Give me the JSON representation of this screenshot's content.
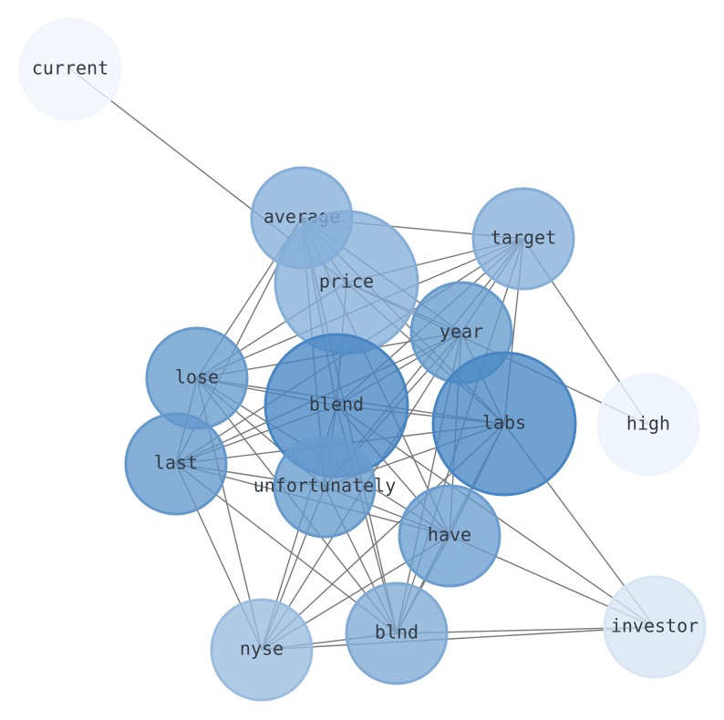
{
  "nodes": [
    {
      "id": "current",
      "label": "current",
      "level": 0.02
    },
    {
      "id": "average",
      "label": "average",
      "level": 0.55
    },
    {
      "id": "price",
      "label": "price",
      "level": 0.55
    },
    {
      "id": "target",
      "label": "target",
      "level": 0.55
    },
    {
      "id": "year",
      "label": "year",
      "level": 0.7
    },
    {
      "id": "lose",
      "label": "lose",
      "level": 0.7
    },
    {
      "id": "blend",
      "label": "blend",
      "level": 0.85
    },
    {
      "id": "labs",
      "label": "labs",
      "level": 0.85
    },
    {
      "id": "high",
      "label": "high",
      "level": 0.04
    },
    {
      "id": "last",
      "label": "last",
      "level": 0.72
    },
    {
      "id": "unfortunately",
      "label": "unfortunately",
      "level": 0.7
    },
    {
      "id": "have",
      "label": "have",
      "level": 0.68
    },
    {
      "id": "investor",
      "label": "investor",
      "level": 0.15
    },
    {
      "id": "nyse",
      "label": "nyse",
      "level": 0.45
    },
    {
      "id": "blnd",
      "label": "blnd",
      "level": 0.58
    }
  ],
  "edges": [
    [
      "current",
      "price"
    ],
    [
      "average",
      "price"
    ],
    [
      "average",
      "target"
    ],
    [
      "average",
      "year"
    ],
    [
      "average",
      "labs"
    ],
    [
      "average",
      "lose"
    ],
    [
      "average",
      "last"
    ],
    [
      "average",
      "blend"
    ],
    [
      "average",
      "have"
    ],
    [
      "average",
      "blnd"
    ],
    [
      "average",
      "unfortunately"
    ],
    [
      "price",
      "target"
    ],
    [
      "price",
      "year"
    ],
    [
      "price",
      "labs"
    ],
    [
      "price",
      "lose"
    ],
    [
      "price",
      "blend"
    ],
    [
      "price",
      "high"
    ],
    [
      "target",
      "year"
    ],
    [
      "target",
      "lose"
    ],
    [
      "target",
      "last"
    ],
    [
      "target",
      "blend"
    ],
    [
      "target",
      "labs"
    ],
    [
      "target",
      "unfortunately"
    ],
    [
      "target",
      "high"
    ],
    [
      "target",
      "blnd"
    ],
    [
      "year",
      "lose"
    ],
    [
      "year",
      "last"
    ],
    [
      "year",
      "blend"
    ],
    [
      "year",
      "labs"
    ],
    [
      "year",
      "unfortunately"
    ],
    [
      "year",
      "have"
    ],
    [
      "year",
      "blnd"
    ],
    [
      "year",
      "nyse"
    ],
    [
      "lose",
      "blend"
    ],
    [
      "lose",
      "labs"
    ],
    [
      "lose",
      "last"
    ],
    [
      "lose",
      "unfortunately"
    ],
    [
      "lose",
      "have"
    ],
    [
      "lose",
      "nyse"
    ],
    [
      "lose",
      "blnd"
    ],
    [
      "blend",
      "labs"
    ],
    [
      "blend",
      "last"
    ],
    [
      "blend",
      "unfortunately"
    ],
    [
      "blend",
      "have"
    ],
    [
      "blend",
      "nyse"
    ],
    [
      "blend",
      "blnd"
    ],
    [
      "blend",
      "investor"
    ],
    [
      "labs",
      "last"
    ],
    [
      "labs",
      "unfortunately"
    ],
    [
      "labs",
      "have"
    ],
    [
      "labs",
      "investor"
    ],
    [
      "labs",
      "blnd"
    ],
    [
      "labs",
      "nyse"
    ],
    [
      "last",
      "unfortunately"
    ],
    [
      "last",
      "have"
    ],
    [
      "last",
      "nyse"
    ],
    [
      "last",
      "blnd"
    ],
    [
      "unfortunately",
      "have"
    ],
    [
      "unfortunately",
      "nyse"
    ],
    [
      "unfortunately",
      "blnd"
    ],
    [
      "have",
      "investor"
    ],
    [
      "have",
      "nyse"
    ],
    [
      "have",
      "blnd"
    ],
    [
      "investor",
      "nyse"
    ],
    [
      "investor",
      "blnd"
    ],
    [
      "nyse",
      "blnd"
    ]
  ],
  "colors": {
    "edge": "#777777",
    "label": "#333a44",
    "node_light": "#f5f9fe",
    "node_dark": "#2a72b8"
  }
}
